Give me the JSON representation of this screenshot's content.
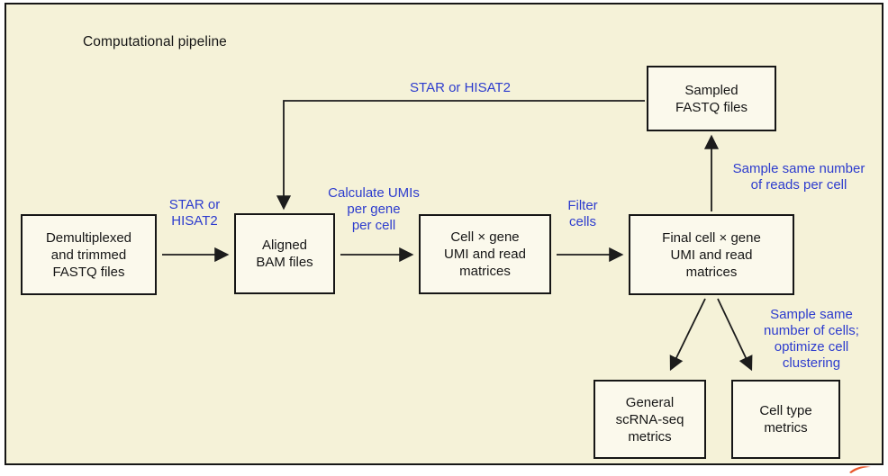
{
  "figure": {
    "title": "Computational pipeline"
  },
  "boxes": {
    "demultiplexed": "Demultiplexed\nand trimmed\nFASTQ files",
    "aligned": "Aligned\nBAM files",
    "cell_gene": "Cell × gene\nUMI and read\nmatrices",
    "final": "Final cell × gene\nUMI and read\nmatrices",
    "sampled": "Sampled\nFASTQ files",
    "general_metrics": "General\nscRNA-seq\nmetrics",
    "cell_type_metrics": "Cell type\nmetrics"
  },
  "arrow_labels": {
    "align_demux_to_bam": "STAR or\nHISAT2",
    "align_sampled_to_bam": "STAR or HISAT2",
    "calc_umis": "Calculate UMIs\nper gene\nper cell",
    "filter_cells": "Filter\ncells",
    "sample_reads": "Sample same number\nof reads per cell",
    "sample_cells": "Sample same\nnumber of cells;\noptimize cell\nclustering"
  },
  "colors": {
    "background": "#f5f2d8",
    "box_fill": "#fbf9ec",
    "line": "#1c1c1c",
    "label_blue": "#2d3cce",
    "logo_orange": "#e8562b"
  }
}
